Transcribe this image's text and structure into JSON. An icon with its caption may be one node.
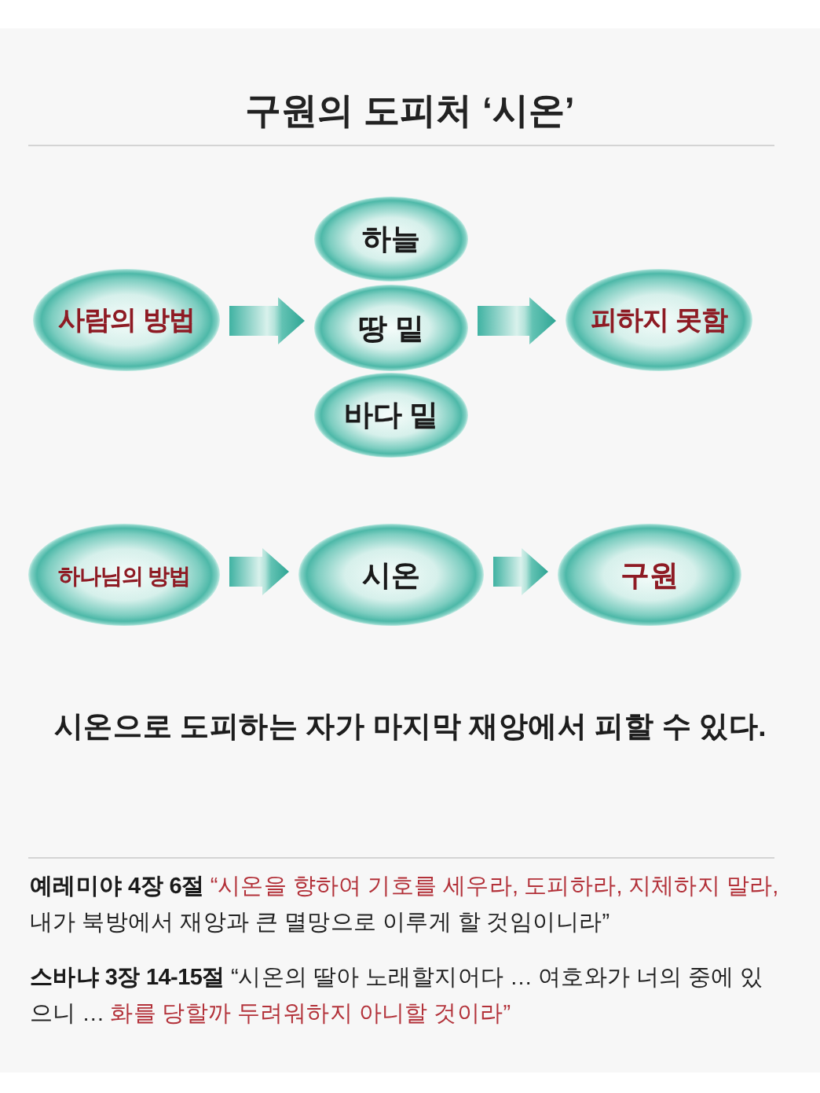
{
  "diagram": {
    "title": "구원의 도피처 ‘시온’",
    "nodes": [
      {
        "text": [
          "사람의 방법"
        ]
      },
      {
        "text": [
          "하늘"
        ]
      },
      {
        "text": [
          "땅 밑"
        ]
      },
      {
        "text": [
          "바다 밑"
        ]
      },
      {
        "text": [
          "피하지 못함"
        ]
      },
      {
        "text": [
          "하나님의 방법"
        ]
      },
      {
        "text": [
          "시온"
        ]
      },
      {
        "text": [
          "구원"
        ]
      }
    ],
    "edges": [
      {
        "from": 0,
        "to": 2,
        "arrow": "to"
      },
      {
        "from": 2,
        "to": 4,
        "arrow": "to"
      },
      {
        "from": 5,
        "to": 6,
        "arrow": "to"
      },
      {
        "from": 6,
        "to": 7,
        "arrow": "to"
      }
    ],
    "labels": [
      "시온으로 도피하는 자가 마지막 재앙에서 피할 수 있다.",
      "예레미야 4장 6절",
      "“시온을 향하여 기호를 세우라, 도피하라, 지체하지 말라,",
      "내가 북방에서 재앙과 큰 멸망으로 이루게 할 것임이니라”",
      "스바냐 3장 14-15절",
      "“시온의 딸아 노래할지어다 … 여호와가 너의 중에 있으니 …",
      "화를 당할까 두려워하지 아니할 것이라”"
    ]
  }
}
